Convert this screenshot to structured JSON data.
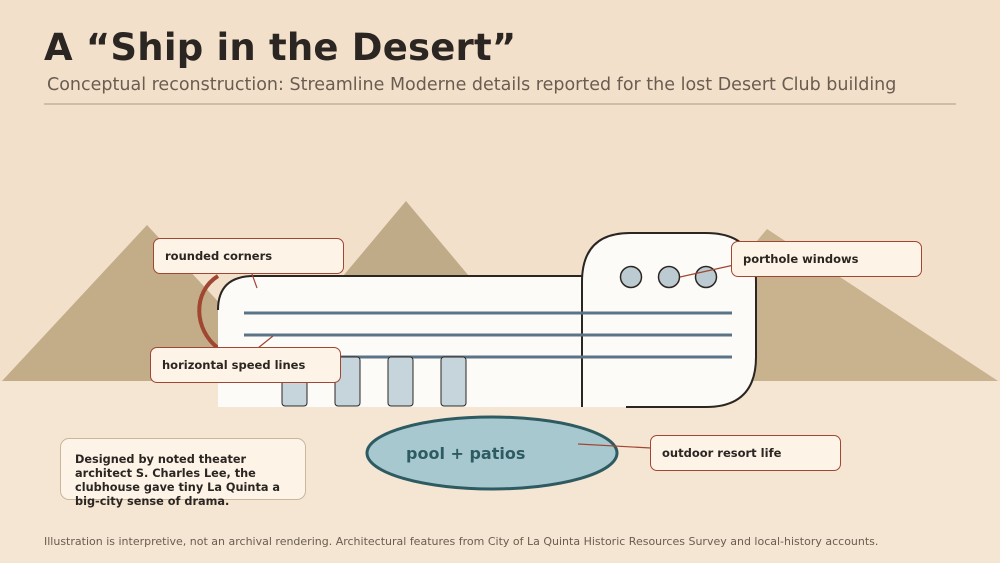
{
  "title": "A “Ship in the Desert”",
  "subtitle": "Conceptual reconstruction: Streamline Moderne details reported for the lost Desert Club building",
  "callouts": {
    "rounded_corners": "rounded corners",
    "porthole_windows": "porthole windows",
    "speed_lines": "horizontal speed lines",
    "resort_life": "outdoor resort life"
  },
  "pool_label": "pool + patios",
  "note": "Designed by noted theater architect S. Charles Lee, the clubhouse gave tiny La Quinta a big-city sense of drama.",
  "footer": "Illustration is interpretive, not an archival rendering. Architectural features from City of La Quinta Historic Resources Survey and local-history accounts.",
  "colors": {
    "background": "#f2e0cb",
    "mountains": "#c2ad88",
    "ground": "#f5e6d3",
    "building": "#fdfbf8",
    "speed_lines": "#5b7386",
    "pool": "#a8c8cf",
    "accent": "#a04632"
  }
}
